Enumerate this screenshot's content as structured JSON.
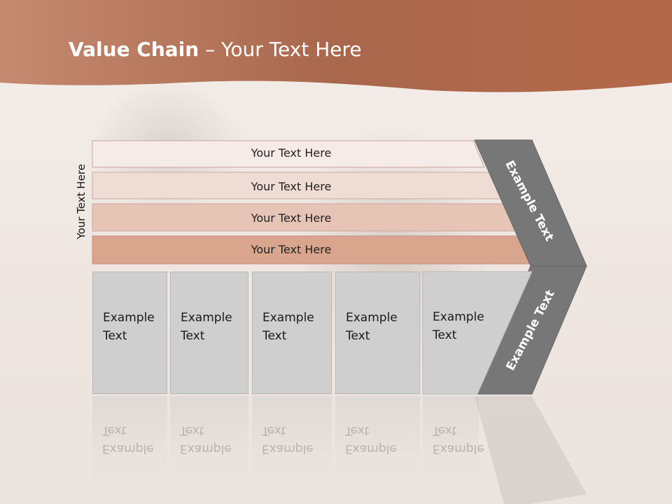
{
  "slide": {
    "title_bold": "Value Chain",
    "title_rest": " – Your Text Here",
    "side_label": "Your Text Here",
    "bands": [
      {
        "label": "Your Text Here",
        "color": "#f6ebe7"
      },
      {
        "label": "Your Text Here",
        "color": "#efdcd4"
      },
      {
        "label": "Your Text Here",
        "color": "#e6c5b6"
      },
      {
        "label": "Your Text Here",
        "color": "#d9a58c"
      }
    ],
    "boxes": [
      {
        "label": "Example\nText"
      },
      {
        "label": "Example\nText"
      },
      {
        "label": "Example\nText"
      },
      {
        "label": "Example\nText"
      },
      {
        "label": "Example\nText"
      }
    ],
    "chevron_top_label": "Example Text",
    "chevron_bottom_label": "Example Text",
    "colors": {
      "header": "#b56a4c",
      "chevron": "#777777",
      "box": "#cfcfcf"
    }
  }
}
